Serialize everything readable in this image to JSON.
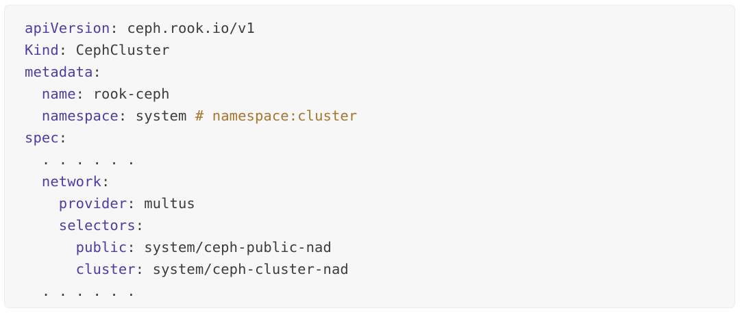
{
  "card": {
    "name": "yaml-code-block",
    "background_color": "#f7f7f8",
    "border_color": "#ececed",
    "page_background": "#ffffff"
  },
  "theme": {
    "key_color": "#4a3f9e",
    "value_color": "#3c3c40",
    "comment_color": "#a5762c",
    "ellipsis_color": "#3c3c40"
  },
  "code": {
    "language": "yaml",
    "lines": [
      {
        "indent": "",
        "key": "apiVersion",
        "colon": ": ",
        "value": "ceph.rook.io/v1",
        "comment": ""
      },
      {
        "indent": "",
        "key": "Kind",
        "colon": ": ",
        "value": "CephCluster",
        "comment": ""
      },
      {
        "indent": "",
        "key": "metadata",
        "colon": ":",
        "value": "",
        "comment": ""
      },
      {
        "indent": "  ",
        "key": "name",
        "colon": ": ",
        "value": "rook-ceph",
        "comment": ""
      },
      {
        "indent": "  ",
        "key": "namespace",
        "colon": ": ",
        "value": "system ",
        "comment": "# namespace:cluster"
      },
      {
        "indent": "",
        "key": "spec",
        "colon": ":",
        "value": "",
        "comment": ""
      },
      {
        "indent": "  ",
        "key": "",
        "colon": "",
        "value": "",
        "comment": "",
        "ellipsis": ". . . . . ."
      },
      {
        "indent": "  ",
        "key": "network",
        "colon": ":",
        "value": "",
        "comment": ""
      },
      {
        "indent": "    ",
        "key": "provider",
        "colon": ": ",
        "value": "multus",
        "comment": ""
      },
      {
        "indent": "    ",
        "key": "selectors",
        "colon": ":",
        "value": "",
        "comment": ""
      },
      {
        "indent": "      ",
        "key": "public",
        "colon": ": ",
        "value": "system/ceph-public-nad",
        "comment": ""
      },
      {
        "indent": "      ",
        "key": "cluster",
        "colon": ": ",
        "value": "system/ceph-cluster-nad",
        "comment": ""
      },
      {
        "indent": "  ",
        "key": "",
        "colon": "",
        "value": "",
        "comment": "",
        "ellipsis": ". . . . . ."
      }
    ]
  }
}
